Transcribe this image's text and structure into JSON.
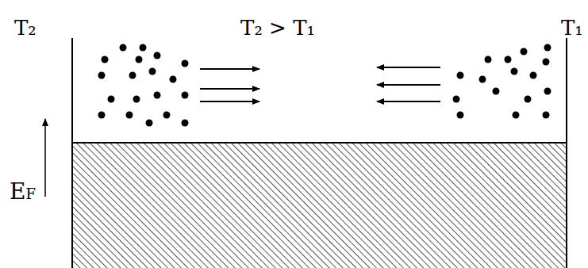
{
  "diagram": {
    "labels": [
      "T₂",
      "T₂ > T₁",
      "T₁",
      "EF"
    ]
  }
}
